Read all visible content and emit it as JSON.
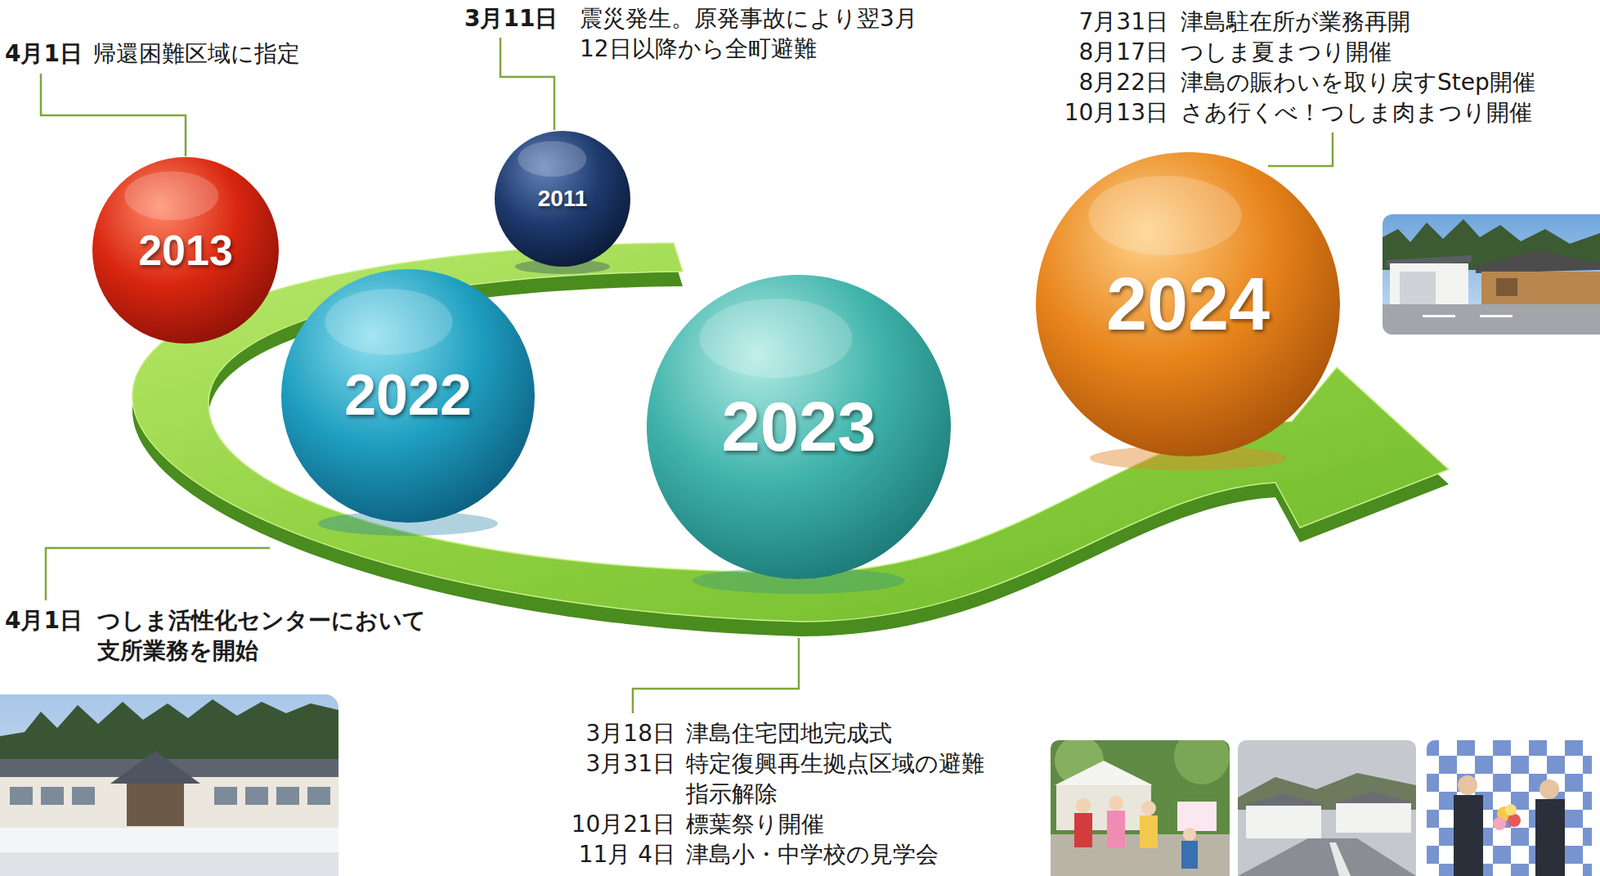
{
  "diagram": {
    "nodes": [
      {
        "text": [
          "2011"
        ]
      },
      {
        "text": [
          "2013"
        ]
      },
      {
        "text": [
          "2022"
        ]
      },
      {
        "text": [
          "2023"
        ]
      },
      {
        "text": [
          "2024"
        ]
      }
    ],
    "labels": [
      "4月1日",
      "帰還困難区域に指定",
      "3月11日",
      "震災発生。原発事故により翌3月 12日以降から全町避難",
      "7月31日",
      "津島駐在所が業務再開",
      "8月17日",
      "つしま夏まつり開催",
      "8月22日",
      "津島の賑わいを取り戻すStep開催",
      "10月13日",
      "さあ行くべ！つしま肉まつり開催",
      "4月1日",
      "つしま活性化センターにおいて 支所業務を開始",
      "3月18日",
      "津島住宅団地完成式",
      "3月31日",
      "特定復興再生拠点区域の避難 指示解除",
      "10月21日",
      "標葉祭り開催",
      "11月 4日",
      "津島小・中学校の見学会"
    ]
  }
}
